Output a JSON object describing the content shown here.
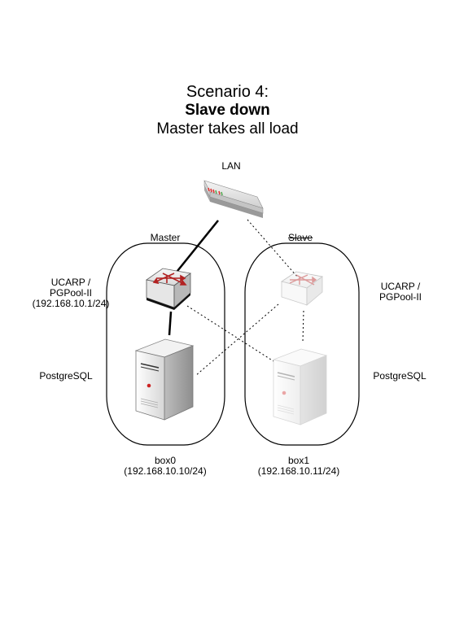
{
  "title": {
    "line1": "Scenario 4:",
    "line2": "Slave down",
    "line3": "Master takes all load"
  },
  "lan": {
    "label": "LAN"
  },
  "master": {
    "label": "Master",
    "left_service_line1": "UCARP /",
    "left_service_line2": "PGPool-II",
    "left_service_line3": "(192.168.10.1/24)",
    "db_label": "PostgreSQL",
    "box_name": "box0",
    "box_ip": "(192.168.10.10/24)"
  },
  "slave": {
    "label": "Slave",
    "status": "down",
    "right_service_line1": "UCARP /",
    "right_service_line2": "PGPool-II",
    "db_label": "PostgreSQL",
    "box_name": "box1",
    "box_ip": "(192.168.10.11/24)"
  },
  "colors": {
    "active_link": "#000000",
    "standby_link": "#000000",
    "switch_arrow": "#b22222",
    "server_led": "#cc2222"
  }
}
